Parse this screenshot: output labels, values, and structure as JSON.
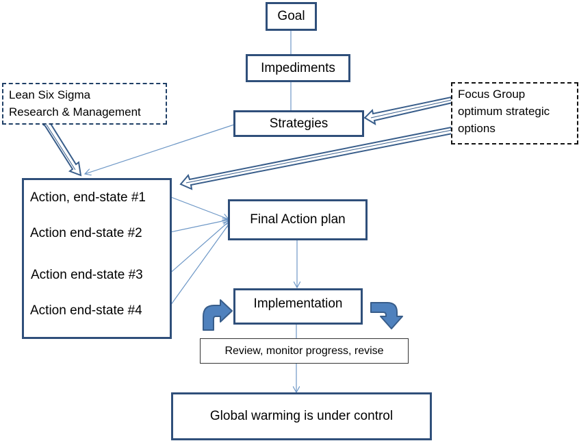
{
  "nodes": {
    "goal": "Goal",
    "impediments": "Impediments",
    "strategies": "Strategies",
    "lean_six_sigma": [
      "Lean Six Sigma",
      "Research & Management"
    ],
    "focus_group": [
      "Focus Group",
      "optimum strategic",
      "options"
    ],
    "actions": [
      "Action, end-state #1",
      "Action end-state #2",
      "Action end-state #3",
      "Action end-state #4"
    ],
    "final_action_plan": "Final Action plan",
    "implementation": "Implementation",
    "review": "Review, monitor progress, revise",
    "outcome": "Global warming is under control"
  },
  "colors": {
    "box_border": "#2f4f7a",
    "connector": "#6d97c6",
    "block_arrow_fill": "#4f81bd",
    "block_arrow_stroke": "#385d8a"
  }
}
